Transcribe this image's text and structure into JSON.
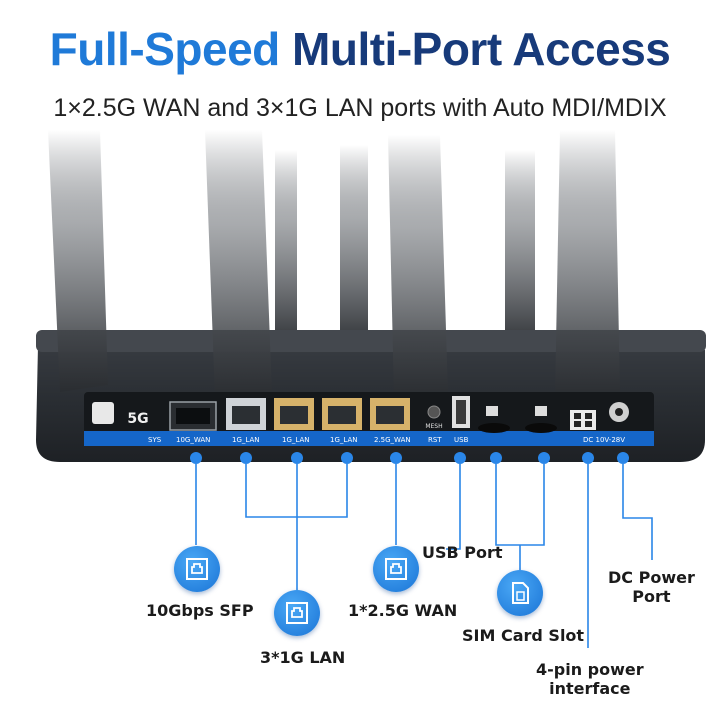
{
  "header": {
    "title_part1": "Full-Speed",
    "title_part2": "Multi-Port Access",
    "subtitle": "1×2.5G WAN and 3×1G LAN ports with Auto MDI/MDIX"
  },
  "router_panel": {
    "port_labels": [
      "SYS",
      "10G_WAN",
      "1G_LAN",
      "1G_LAN",
      "1G_LAN",
      "2.5G_WAN",
      "RST",
      "USB",
      "DC 10V-28V"
    ],
    "mesh_label": "MESH",
    "badge_5g": "5G"
  },
  "callouts": {
    "sfp": "10Gbps SFP",
    "lan": "3*1G LAN",
    "wan": "1*2.5G WAN",
    "usb": "USB Port",
    "sim": "SIM Card Slot",
    "pin_line1": "4-pin power",
    "pin_line2": "interface",
    "dc_line1": "DC Power",
    "dc_line2": "Port"
  },
  "colors": {
    "title_blue": "#1f7ad8",
    "title_dark": "#173a7a",
    "accent_blue": "#1a74d6",
    "router_body": "#2b2f35"
  },
  "icons": [
    "ethernet-port-icon",
    "sim-card-icon"
  ]
}
